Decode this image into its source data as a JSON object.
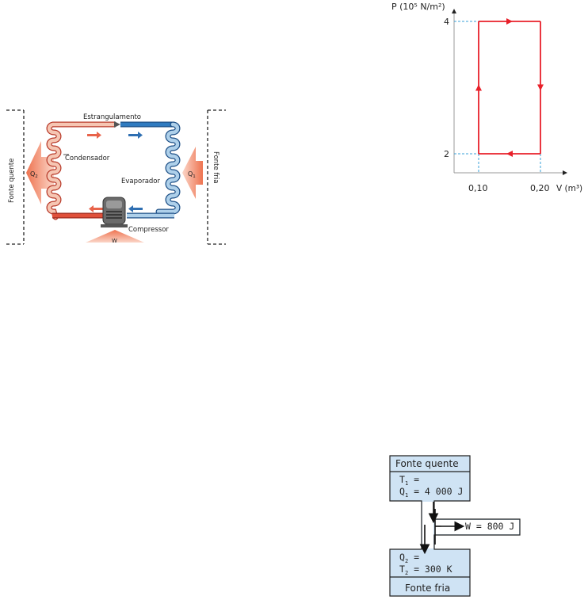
{
  "refrigerator": {
    "label_throttle": "Estrangulamento",
    "label_condenser": "Condensador",
    "label_evaporator": "Evaporador",
    "label_compressor": "Compressor",
    "label_hot_source": "Fonte quente",
    "label_cold_source": "Fonte fria",
    "label_q2": "Q",
    "label_q2_sub": "2",
    "label_q1": "Q",
    "label_q1_sub": "1",
    "label_work": "W",
    "colors": {
      "hot": "#e05a3f",
      "hot_light": "#f4b5a0",
      "cold": "#2a6fb0",
      "cold_light": "#a9cde8"
    }
  },
  "pv_diagram": {
    "y_axis_label": "P (10⁵ N/m²)",
    "x_axis_label": "V (m³)",
    "y_ticks": [
      "4",
      "2"
    ],
    "x_ticks": [
      "0,10",
      "0,20"
    ],
    "cycle_color": "#e8202a",
    "guide_color": "#3aa0d8"
  },
  "chart_data": {
    "type": "line",
    "title": "",
    "xlabel": "V (m³)",
    "ylabel": "P (10⁵ N/m²)",
    "x": [
      0.1,
      0.1,
      0.2,
      0.2,
      0.1
    ],
    "y": [
      2,
      4,
      4,
      2,
      2
    ],
    "xticks": [
      "0,10",
      "0,20"
    ],
    "yticks": [
      "2",
      "4"
    ],
    "xlim": [
      0,
      0.24
    ],
    "ylim": [
      0,
      4.6
    ],
    "direction": "clockwise",
    "grid": false
  },
  "heat_engine": {
    "hot_source": "Fonte quente",
    "t1_label": "T",
    "t1_sub": "1",
    "t1_value": " =",
    "q1_label": "Q",
    "q1_sub": "1",
    "q1_value": " = 4 000 J",
    "work": "W = 800 J",
    "q2_label": "Q",
    "q2_sub": "2",
    "q2_value": " =",
    "t2_label": "T",
    "t2_sub": "2",
    "t2_value": " = 300 K",
    "cold_source": "Fonte fria",
    "box_fill": "#cfe3f4"
  }
}
